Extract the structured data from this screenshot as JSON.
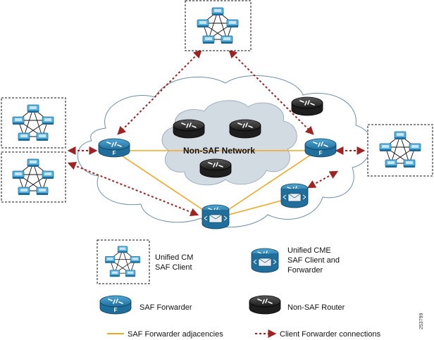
{
  "network": {
    "label": "Non-SAF Network"
  },
  "legend": {
    "ucm_line1": "Unified CM",
    "ucm_line2": "SAF Client",
    "cme_line1": "Unified CME",
    "cme_line2": "SAF Client and",
    "cme_line3": "Forwarder",
    "forwarder": "SAF Forwarder",
    "nonsaf_router": "Non-SAF Router",
    "adjacency": "SAF Forwarder adjacencies",
    "client_conn": "Client Forwarder connections"
  },
  "figure_id": "253799",
  "colors": {
    "saf_blue": "#1f6e9c",
    "router_black": "#1e1e1e",
    "cloud_gray": "#d3dbe2",
    "adjacency": "#f0a824",
    "client_conn": "#9e2424"
  }
}
